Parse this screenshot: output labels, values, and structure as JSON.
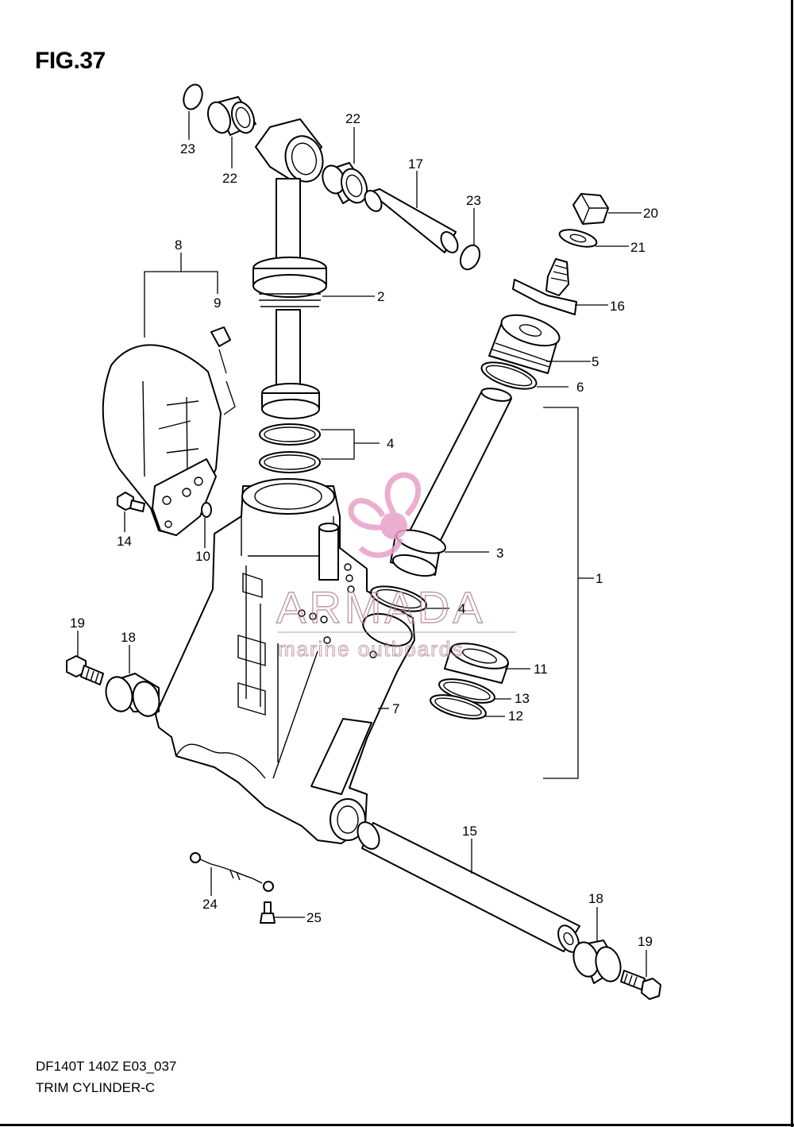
{
  "figure": {
    "title": "FIG.37",
    "model_code": "DF140T 140Z E03_037",
    "caption": "TRIM CYLINDER-C"
  },
  "watermark": {
    "brand": "ARMADA",
    "tagline": "marine outboards",
    "color": "#e8a0c8"
  },
  "callouts": {
    "c1": "1",
    "c2": "2",
    "c3": "3",
    "c4a": "4",
    "c4b": "4",
    "c5": "5",
    "c6": "6",
    "c7": "7",
    "c8": "8",
    "c9": "9",
    "c10": "10",
    "c11": "11",
    "c12": "12",
    "c13": "13",
    "c14": "14",
    "c15": "15",
    "c16": "16",
    "c17": "17",
    "c18a": "18",
    "c18b": "18",
    "c19a": "19",
    "c19b": "19",
    "c20": "20",
    "c21": "21",
    "c22a": "22",
    "c22b": "22",
    "c23a": "23",
    "c23b": "23",
    "c24": "24",
    "c25": "25"
  }
}
